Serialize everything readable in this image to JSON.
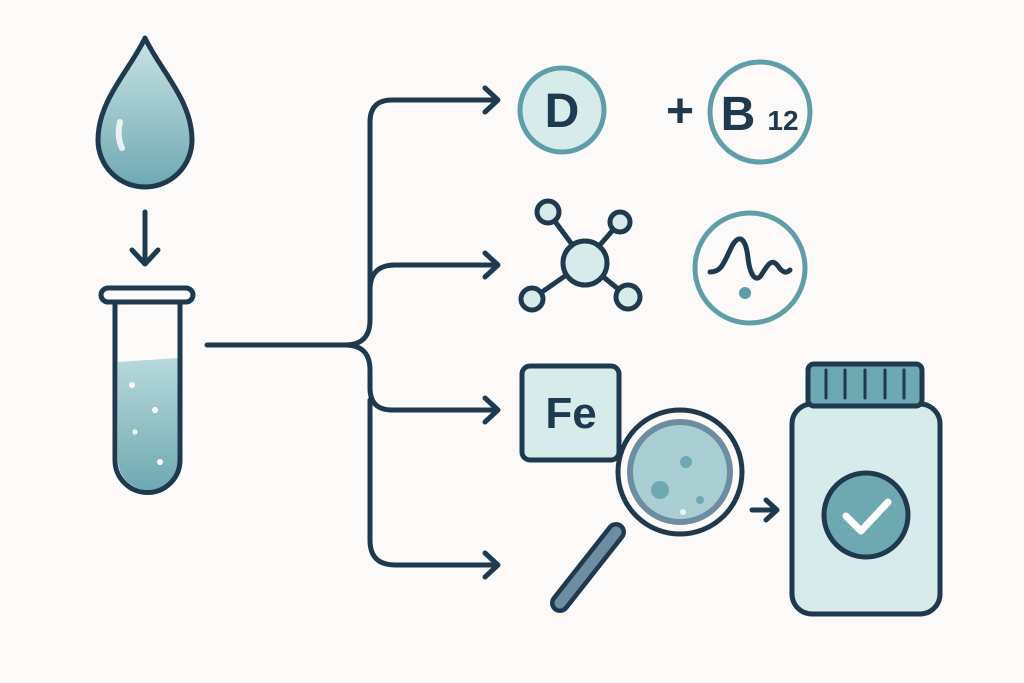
{
  "labels": {
    "vitamin_d": "D",
    "plus": "+",
    "vitamin_b12_main": "B",
    "vitamin_b12_sub": "12",
    "iron": "Fe"
  },
  "colors": {
    "background": "#fbfaf8",
    "outline": "#1f3a4f",
    "teal": "#5f9ea8",
    "light_fill": "#d6ebea",
    "liquid": "#8cc0c6"
  },
  "icons": [
    "blood-drop-icon",
    "arrow-down-icon",
    "test-tube-icon",
    "vitamin-d-icon",
    "vitamin-b12-icon",
    "molecule-icon",
    "hormone-wave-icon",
    "iron-element-icon",
    "magnifier-icon",
    "supplement-bottle-icon",
    "checkmark-icon"
  ]
}
